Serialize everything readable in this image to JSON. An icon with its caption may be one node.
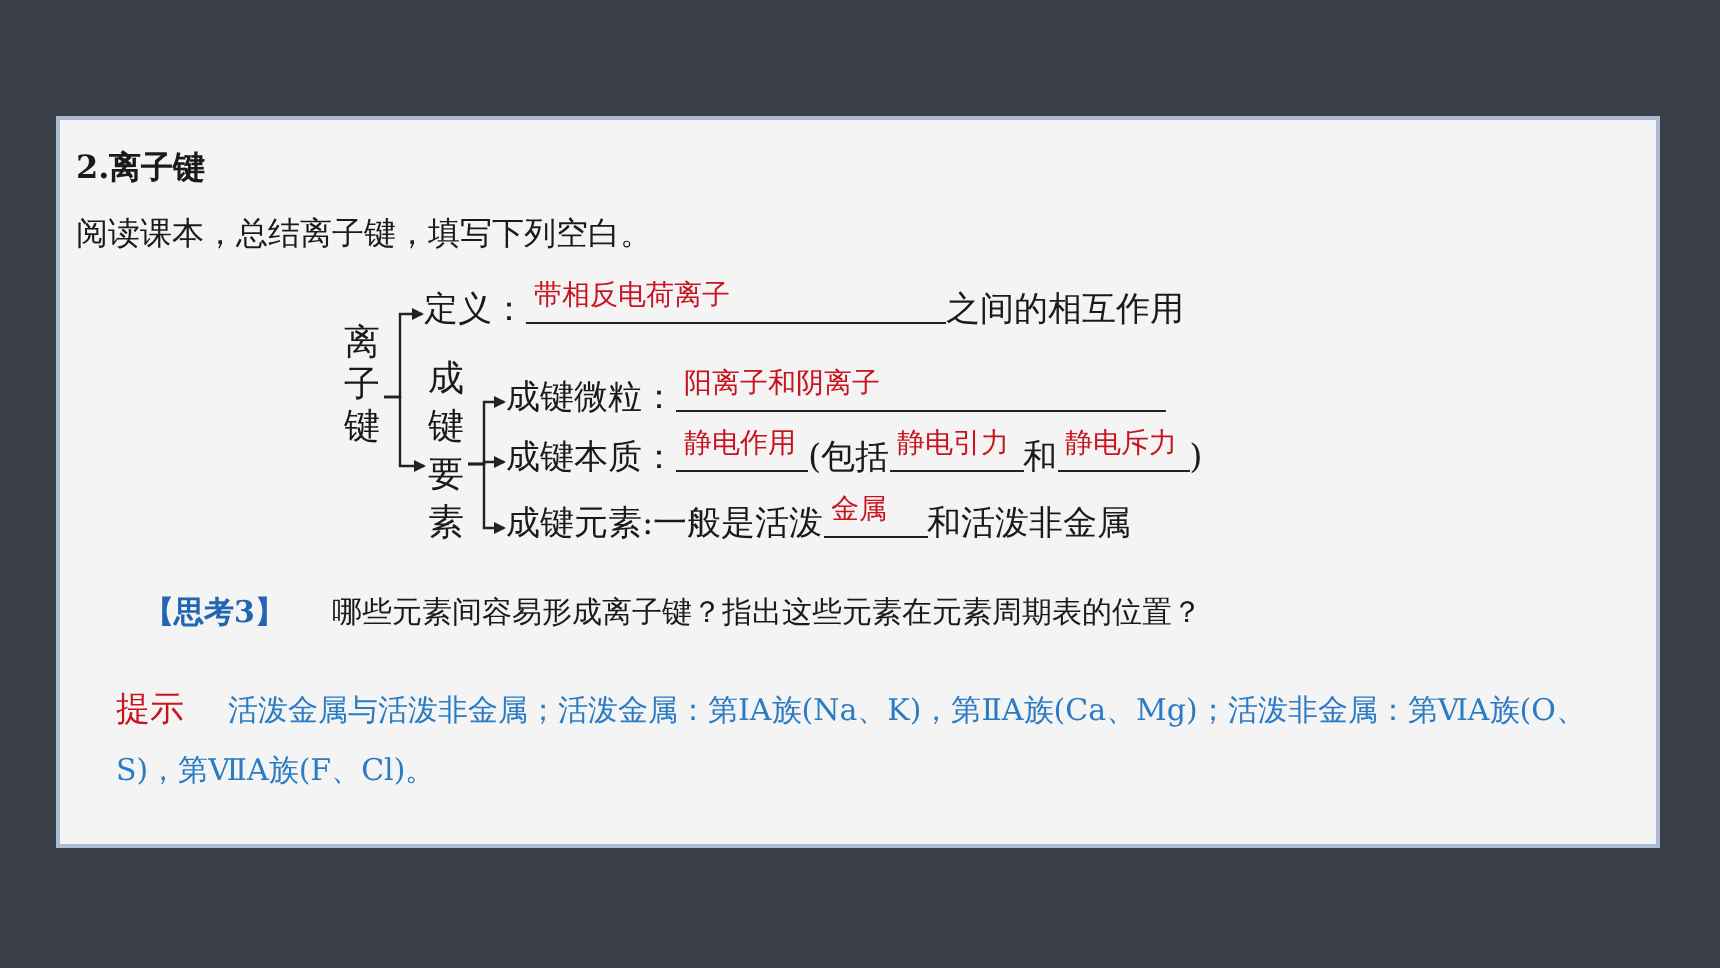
{
  "diagram": {
    "title": "2.离子键",
    "nodes": [
      {
        "text": [
          "离子键"
        ]
      },
      {
        "text": [
          "定义：",
          "带相反电荷离子",
          "之间的相互作用"
        ]
      },
      {
        "text": [
          "成键要素"
        ]
      },
      {
        "text": [
          "成键微粒：",
          "阳离子和阴离子"
        ]
      },
      {
        "text": [
          "成键本质：",
          "静电作用",
          "(包括",
          "静电引力",
          "和",
          "静电斥力",
          ")"
        ]
      },
      {
        "text": [
          "成键元素:一般是活泼",
          "金属",
          "和活泼非金属"
        ]
      }
    ],
    "edges": [
      {
        "from": 0,
        "to": 1,
        "arrow": "to"
      },
      {
        "from": 0,
        "to": 2,
        "arrow": "to"
      },
      {
        "from": 2,
        "to": 3,
        "arrow": "to"
      },
      {
        "from": 2,
        "to": 4,
        "arrow": "to"
      },
      {
        "from": 2,
        "to": 5,
        "arrow": "to"
      }
    ],
    "labels": [
      "阅读课本，总结离子键，填写下列空白。",
      "【思考3】",
      "哪些元素间容易形成离子键？指出这些元素在元素周期表的位置？",
      "提示",
      "活泼金属与活泼非金属；活泼金属：第ⅠA族(Na、K)，第ⅡA族(Ca、Mg)；活泼非金属：第ⅥA族(O、S)，第ⅦA族(F、Cl)。"
    ]
  }
}
